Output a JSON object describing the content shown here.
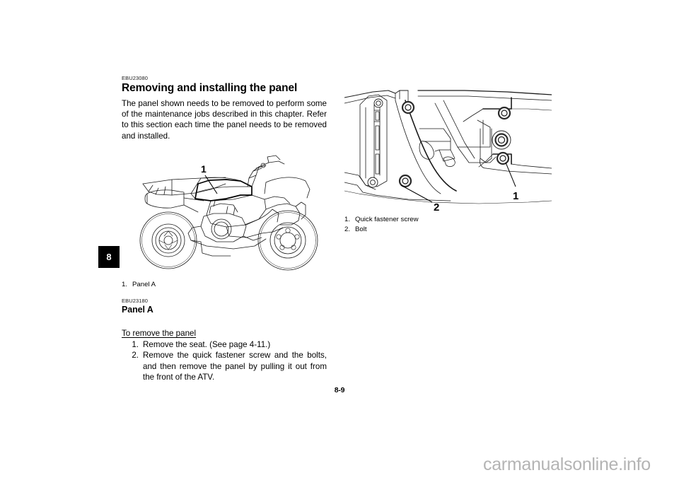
{
  "page": {
    "chapter_tab": "8",
    "page_number": "8-9",
    "watermark": "carmanualsonline.info"
  },
  "left_column": {
    "section": {
      "code": "EBU23080",
      "title": "Removing and installing the panel",
      "body": "The panel shown needs to be removed to perform some of the maintenance jobs described in this chapter. Refer to this section each time the panel needs to be removed and installed."
    },
    "figure_atv": {
      "callout_labels": [
        "1"
      ],
      "caption": [
        {
          "num": "1.",
          "text": "Panel A"
        }
      ]
    },
    "subsection": {
      "code": "EBU23180",
      "title": "Panel A",
      "procedure_heading": "To remove the panel",
      "steps": [
        {
          "num": "1.",
          "text": "Remove the seat. (See page 4-11.)"
        },
        {
          "num": "2.",
          "text": "Remove the quick fastener screw and the bolts, and then remove the panel by pulling it out from the front of the ATV."
        }
      ]
    }
  },
  "right_column": {
    "figure_frame": {
      "callout_labels": [
        "1",
        "2"
      ],
      "caption": [
        {
          "num": "1.",
          "text": "Quick fastener screw"
        },
        {
          "num": "2.",
          "text": "Bolt"
        }
      ]
    }
  }
}
